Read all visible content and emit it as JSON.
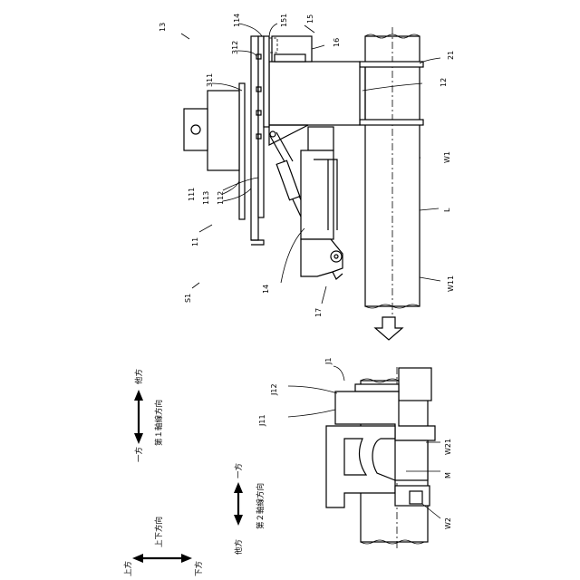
{
  "labels": {
    "l13": "13",
    "l114": "114",
    "l151": "151",
    "l15": "15",
    "l312": "312",
    "l16": "16",
    "l21": "21",
    "l311": "311",
    "l12": "12",
    "lW1": "W1",
    "l111": "111",
    "l113": "113",
    "l112": "112",
    "lL": "L",
    "l11": "11",
    "lW11": "W11",
    "l14": "14",
    "lS1": "S1",
    "l17": "17",
    "lJ1": "J1",
    "lJ12": "J12",
    "lJ11": "J11",
    "lW21": "W21",
    "lM": "M",
    "lW2": "W2"
  },
  "legend": {
    "other_side": "他方",
    "one_side": "一方",
    "first_axis": "第１軸線方向",
    "second_axis": "第２軸線方向",
    "up_down": "上下方向",
    "upper": "上方",
    "lower": "下方"
  }
}
